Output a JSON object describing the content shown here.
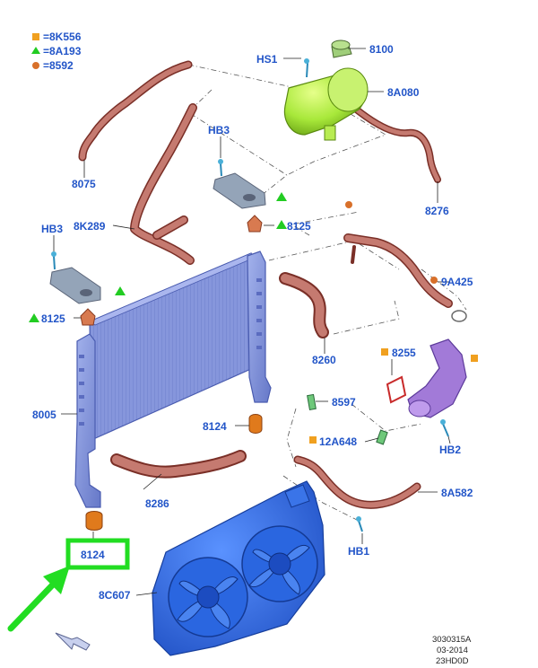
{
  "legend": [
    {
      "symbol": "square-icon",
      "color": "#f0a020",
      "text": "=8K556"
    },
    {
      "symbol": "triangle-icon",
      "color": "#22cc22",
      "text": "=8A193"
    },
    {
      "symbol": "circle-icon",
      "color": "#d8702a",
      "text": "=8592"
    }
  ],
  "labels": {
    "p8100": "8100",
    "p8a080": "8A080",
    "hs1_top": "HS1",
    "hb3_top": "HB3",
    "p8075": "8075",
    "p8276": "8276",
    "hb3_left": "HB3",
    "p8k289": "8K289",
    "p8125_top": "8125",
    "p8125_left": "8125",
    "p9a425": "9A425",
    "p8260": "8260",
    "p8255": "8255",
    "p8005": "8005",
    "p8597": "8597",
    "p8124_mid": "8124",
    "p12a648": "12A648",
    "hb2": "HB2",
    "p8286": "8286",
    "p8a582": "8A582",
    "p8124_bottom": "8124",
    "hb1": "HB1",
    "p8c607": "8C607"
  },
  "reference": {
    "line1": "3030315A",
    "line2": "03-2014",
    "line3": "23HD0D"
  },
  "colors": {
    "label_blue": "#2255c8",
    "highlight_green": "#22dd22",
    "hose_red": "#a8584c",
    "radiator_blue": "#7a8fd8",
    "fan_blue": "#2a66e0",
    "reservoir_green": "#a8e83a",
    "thermostat_purple": "#a27ad8"
  },
  "highlighted_part": "8124"
}
